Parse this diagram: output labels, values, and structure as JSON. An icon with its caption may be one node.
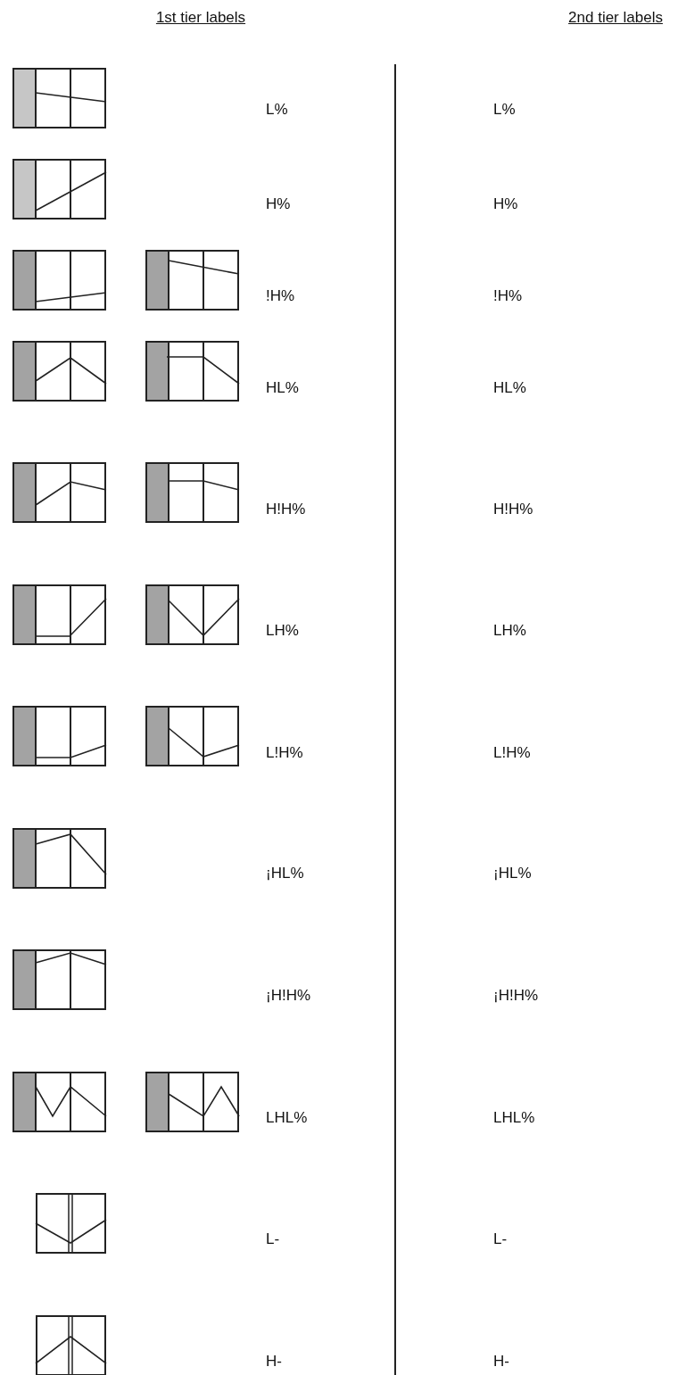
{
  "diagram": {
    "labels": [
      "1st tier labels",
      "2nd tier labels",
      "L%",
      "L%",
      "H%",
      "H%",
      "!H%",
      "!H%",
      "HL%",
      "HL%",
      "H!H%",
      "H!H%",
      "LH%",
      "LH%",
      "L!H%",
      "L!H%",
      "¡HL%",
      "¡HL%",
      "¡H!H%",
      "¡H!H%",
      "LHL%",
      "LHL%",
      "L-",
      "L-",
      "H-",
      "H-"
    ]
  }
}
